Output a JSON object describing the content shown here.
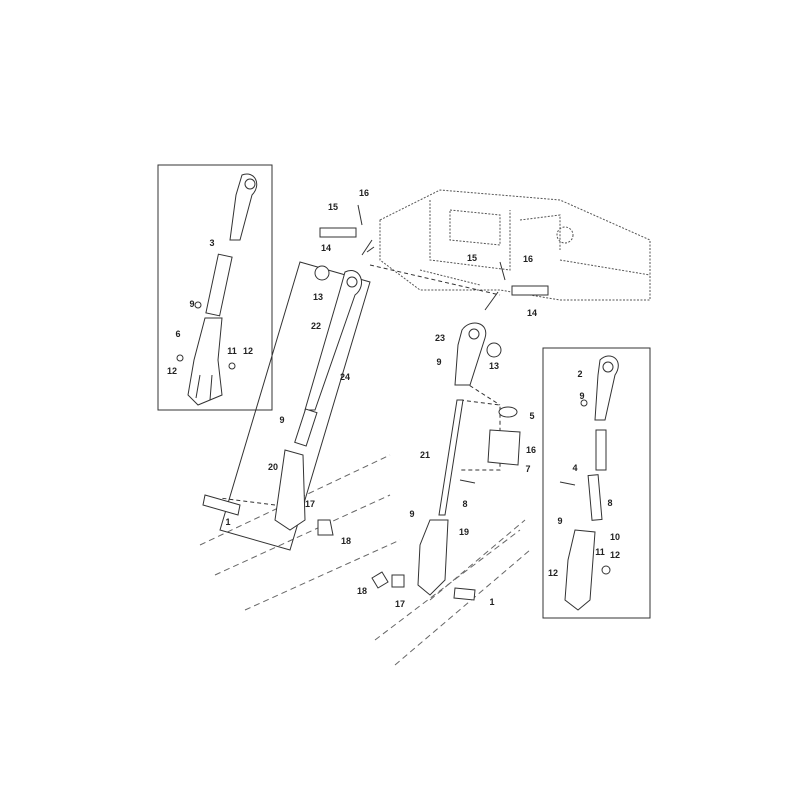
{
  "callouts": {
    "left_inset": [
      "3",
      "9",
      "6",
      "12",
      "11",
      "12"
    ],
    "top_link": [
      "16",
      "15",
      "14",
      "13",
      "22",
      "24",
      "9",
      "20",
      "1",
      "17",
      "18"
    ],
    "center": [
      "15",
      "16",
      "14",
      "23",
      "13",
      "9",
      "5",
      "16",
      "21",
      "7",
      "8",
      "9",
      "19",
      "18",
      "17",
      "1"
    ],
    "right_inset": [
      "2",
      "9",
      "4",
      "8",
      "9",
      "10",
      "11",
      "12",
      "12"
    ]
  }
}
